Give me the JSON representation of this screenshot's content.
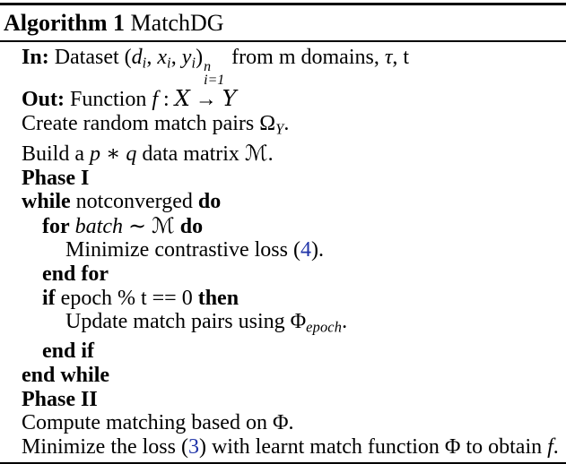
{
  "page": {
    "background": "#ffffff",
    "text_color": "#000000",
    "link_color": "#2034a8",
    "rule_color": "#000000"
  },
  "header": {
    "label": "Algorithm 1",
    "title": " MatchDG"
  },
  "algorithm": {
    "lines": [
      {
        "indent": 1,
        "segments": [
          {
            "t": "In:",
            "s": [
              "b"
            ],
            "n": "keyword-in"
          },
          {
            "t": " Dataset ",
            "s": []
          },
          {
            "t": "(",
            "s": [
              "sym"
            ]
          },
          {
            "t": "d",
            "s": [
              "mi"
            ]
          },
          {
            "t": "i",
            "s": [
              "mi",
              "sb"
            ]
          },
          {
            "t": ", ",
            "s": []
          },
          {
            "t": "x",
            "s": [
              "mi"
            ]
          },
          {
            "t": "i",
            "s": [
              "mi",
              "sb"
            ]
          },
          {
            "t": ", ",
            "s": []
          },
          {
            "t": "y",
            "s": [
              "mi"
            ]
          },
          {
            "t": "i",
            "s": [
              "mi",
              "sb"
            ]
          },
          {
            "t": ")",
            "s": [
              "sym"
            ]
          },
          {
            "supsub": {
              "sup": "n",
              "sub": "i=1"
            }
          },
          {
            "t": " from m domains, ",
            "s": []
          },
          {
            "t": "τ",
            "s": [
              "mi",
              "sym"
            ]
          },
          {
            "t": ", t",
            "s": []
          }
        ]
      },
      {
        "indent": 1,
        "segments": [
          {
            "t": "Out:",
            "s": [
              "b"
            ],
            "n": "keyword-out"
          },
          {
            "t": " Function ",
            "s": []
          },
          {
            "t": "f",
            "s": [
              "mi"
            ]
          },
          {
            "t": " : ",
            "s": []
          },
          {
            "t": "X",
            "s": [
              "cal"
            ],
            "n": "cal-x"
          },
          {
            "t": " → ",
            "s": [
              "sym"
            ]
          },
          {
            "t": "Y",
            "s": [
              "cal"
            ],
            "n": "cal-y"
          }
        ]
      },
      {
        "indent": 1,
        "segments": [
          {
            "t": "Create random match pairs ",
            "s": []
          },
          {
            "t": "Ω",
            "s": [
              "sym"
            ]
          },
          {
            "t": "Y",
            "s": [
              "mi",
              "sb"
            ]
          },
          {
            "t": ".",
            "s": []
          }
        ]
      },
      {
        "indent": 1,
        "segments": [
          {
            "t": "Build a ",
            "s": []
          },
          {
            "t": "p",
            "s": [
              "mi"
            ]
          },
          {
            "t": " ∗ ",
            "s": [
              "sym"
            ]
          },
          {
            "t": "q",
            "s": [
              "mi"
            ]
          },
          {
            "t": " data matrix ",
            "s": []
          },
          {
            "t": "ℳ",
            "s": [
              "cal"
            ],
            "n": "cal-m"
          },
          {
            "t": ".",
            "s": []
          }
        ]
      },
      {
        "indent": 1,
        "segments": [
          {
            "t": "Phase I",
            "s": [
              "b"
            ],
            "n": "phase-1-label"
          }
        ]
      },
      {
        "indent": 1,
        "segments": [
          {
            "t": "while",
            "s": [
              "b"
            ],
            "n": "keyword-while"
          },
          {
            "t": " notconverged ",
            "s": []
          },
          {
            "t": "do",
            "s": [
              "b"
            ],
            "n": "keyword-do"
          }
        ]
      },
      {
        "indent": 2,
        "segments": [
          {
            "t": "for",
            "s": [
              "b"
            ],
            "n": "keyword-for"
          },
          {
            "t": " ",
            "s": []
          },
          {
            "t": "batch",
            "s": [
              "mi"
            ]
          },
          {
            "t": " ∼ ",
            "s": [
              "sym"
            ]
          },
          {
            "t": "ℳ",
            "s": [
              "cal"
            ],
            "n": "cal-m"
          },
          {
            "t": " ",
            "s": []
          },
          {
            "t": "do",
            "s": [
              "b"
            ],
            "n": "keyword-do"
          }
        ]
      },
      {
        "indent": 3,
        "segments": [
          {
            "t": "Minimize contrastive loss (",
            "s": []
          },
          {
            "t": "4",
            "s": [
              "link"
            ],
            "n": "eq-ref-4"
          },
          {
            "t": ").",
            "s": []
          }
        ]
      },
      {
        "indent": 2,
        "segments": [
          {
            "t": "end for",
            "s": [
              "b"
            ],
            "n": "keyword-end-for"
          }
        ]
      },
      {
        "indent": 2,
        "segments": [
          {
            "t": "if",
            "s": [
              "b"
            ],
            "n": "keyword-if"
          },
          {
            "t": " epoch % t == 0 ",
            "s": []
          },
          {
            "t": "then",
            "s": [
              "b"
            ],
            "n": "keyword-then"
          }
        ]
      },
      {
        "indent": 3,
        "segments": [
          {
            "t": "Update match pairs using ",
            "s": []
          },
          {
            "t": "Φ",
            "s": [
              "sym"
            ]
          },
          {
            "t": "epoch",
            "s": [
              "mi",
              "sb"
            ]
          },
          {
            "t": ".",
            "s": []
          }
        ]
      },
      {
        "indent": 2,
        "segments": [
          {
            "t": "end if",
            "s": [
              "b"
            ],
            "n": "keyword-end-if"
          }
        ]
      },
      {
        "indent": 1,
        "segments": [
          {
            "t": "end while",
            "s": [
              "b"
            ],
            "n": "keyword-end-while"
          }
        ]
      },
      {
        "indent": 1,
        "segments": [
          {
            "t": "Phase II",
            "s": [
              "b"
            ],
            "n": "phase-2-label"
          }
        ]
      },
      {
        "indent": 1,
        "segments": [
          {
            "t": "Compute matching based on ",
            "s": []
          },
          {
            "t": "Φ",
            "s": [
              "sym"
            ]
          },
          {
            "t": ".",
            "s": []
          }
        ]
      },
      {
        "indent": 1,
        "segments": [
          {
            "t": "Minimize the loss (",
            "s": []
          },
          {
            "t": "3",
            "s": [
              "link"
            ],
            "n": "eq-ref-3"
          },
          {
            "t": ") with learnt match function ",
            "s": []
          },
          {
            "t": "Φ",
            "s": [
              "sym"
            ]
          },
          {
            "t": " to obtain ",
            "s": []
          },
          {
            "t": "f",
            "s": [
              "mi"
            ]
          },
          {
            "t": ".",
            "s": []
          }
        ]
      }
    ]
  }
}
